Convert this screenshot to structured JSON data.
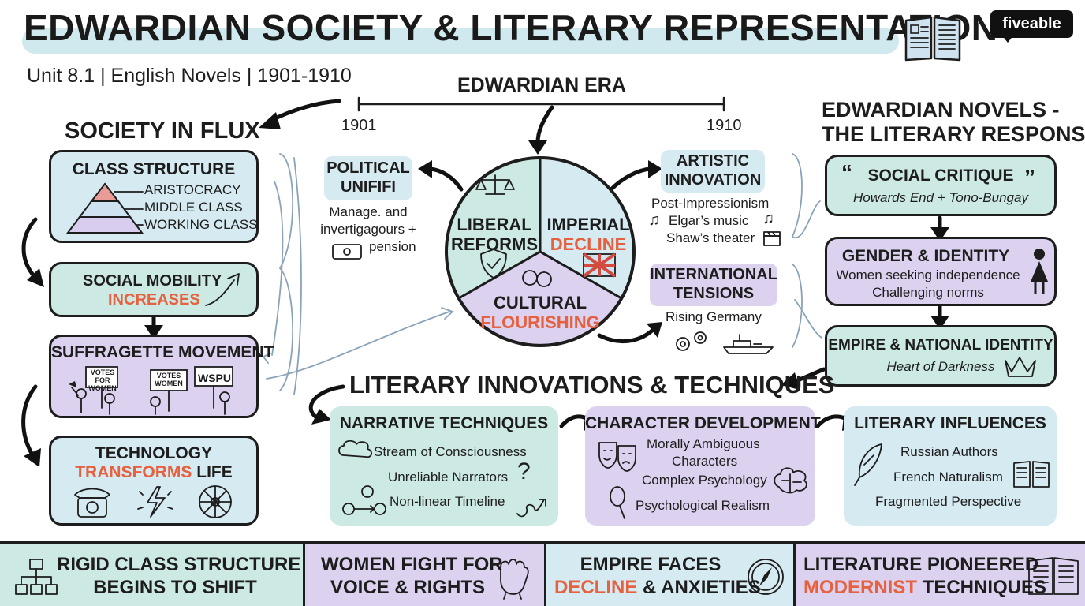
{
  "header": {
    "title": "EDWARDIAN SOCIETY & LITERARY REPRESENTATION",
    "subtitle": "Unit 8.1 | English Novels | 1901-1910",
    "logo": "fiveable"
  },
  "timeline": {
    "label": "EDWARDIAN ERA",
    "start": "1901",
    "end": "1910"
  },
  "society": {
    "heading": "SOCIETY IN FLUX",
    "class_structure": {
      "title": "CLASS STRUCTURE",
      "levels": [
        "ARISTOCRACY",
        "MIDDLE CLASS",
        "WORKING CLASS"
      ]
    },
    "mobility": {
      "line1": "SOCIAL MOBILITY",
      "line2": "INCREASES"
    },
    "suffragette": {
      "title": "SUFFRAGETTE MOVEMENT",
      "signs": [
        "VOTES FOR WOMEN",
        "VOTES WOMEN",
        "WSPU"
      ]
    },
    "technology": {
      "line1": "TECHNOLOGY",
      "line2a": "TRANSFORMS",
      "line2b": "LIFE"
    }
  },
  "center": {
    "political": {
      "title_line1": "POLITICAL",
      "title_line2": "UNIFIFI",
      "desc_line1": "Manage. and",
      "desc_line2": "invertigagours +",
      "desc_line3": "pension"
    },
    "liberal": {
      "line1": "LIBERAL",
      "line2": "REFORMS"
    },
    "imperial": {
      "line1": "IMPERIAL",
      "line2": "DECLINE"
    },
    "cultural": {
      "line1": "CULTURAL",
      "line2": "FLOURISHING"
    },
    "artistic": {
      "title_line1": "ARTISTIC",
      "title_line2": "INNOVATION",
      "items": [
        "Post-Impressionism",
        "Elgar’s music",
        "Shaw’s theater"
      ]
    },
    "international": {
      "title_line1": "INTERNATIONAL",
      "title_line2": "TENSIONS",
      "desc": "Rising Germany"
    }
  },
  "novels": {
    "heading_line1": "EDWARDIAN NOVELS -",
    "heading_line2": "THE LITERARY RESPONSE",
    "social_critique": {
      "title": "SOCIAL CRITIQUE",
      "sub": "Howards End + Tono-Bungay"
    },
    "gender": {
      "title": "GENDER & IDENTITY",
      "line1": "Women seeking independence",
      "line2": "Challenging norms"
    },
    "empire": {
      "title": "EMPIRE & NATIONAL IDENTITY",
      "sub": "Heart of Darkness"
    }
  },
  "innovations": {
    "heading": "LITERARY INNOVATIONS & TECHNIQUES",
    "narrative": {
      "title": "NARRATIVE TECHNIQUES",
      "items": [
        "Stream of Consciousness",
        "Unreliable Narrators",
        "Non-linear Timeline"
      ]
    },
    "character": {
      "title": "CHARACTER DEVELOPMENT",
      "items": [
        "Morally Ambiguous",
        "Characters",
        "Complex Psychology",
        "Psychological Realism"
      ]
    },
    "influences": {
      "title": "LITERARY INFLUENCES",
      "items": [
        "Russian Authors",
        "French Naturalism",
        "Fragmented Perspective"
      ]
    }
  },
  "summary": [
    {
      "line1": "RIGID CLASS STRUCTURE",
      "line2": "BEGINS TO SHIFT"
    },
    {
      "line1": "WOMEN FIGHT FOR",
      "line2": "VOICE & RIGHTS"
    },
    {
      "line1": "EMPIRE FACES",
      "line2a": "DECLINE",
      "line2b": "& ANXIETIES"
    },
    {
      "line1": "LITERATURE PIONEERED",
      "line2a": "MODERNIST",
      "line2b": "TECHNIQUES"
    }
  ],
  "colors": {
    "teal": "#cce9e3",
    "light_blue": "#d6eaf1",
    "purple": "#dcd1ef",
    "accent_orange": "#e5613f",
    "ink": "#1d1d1d"
  }
}
